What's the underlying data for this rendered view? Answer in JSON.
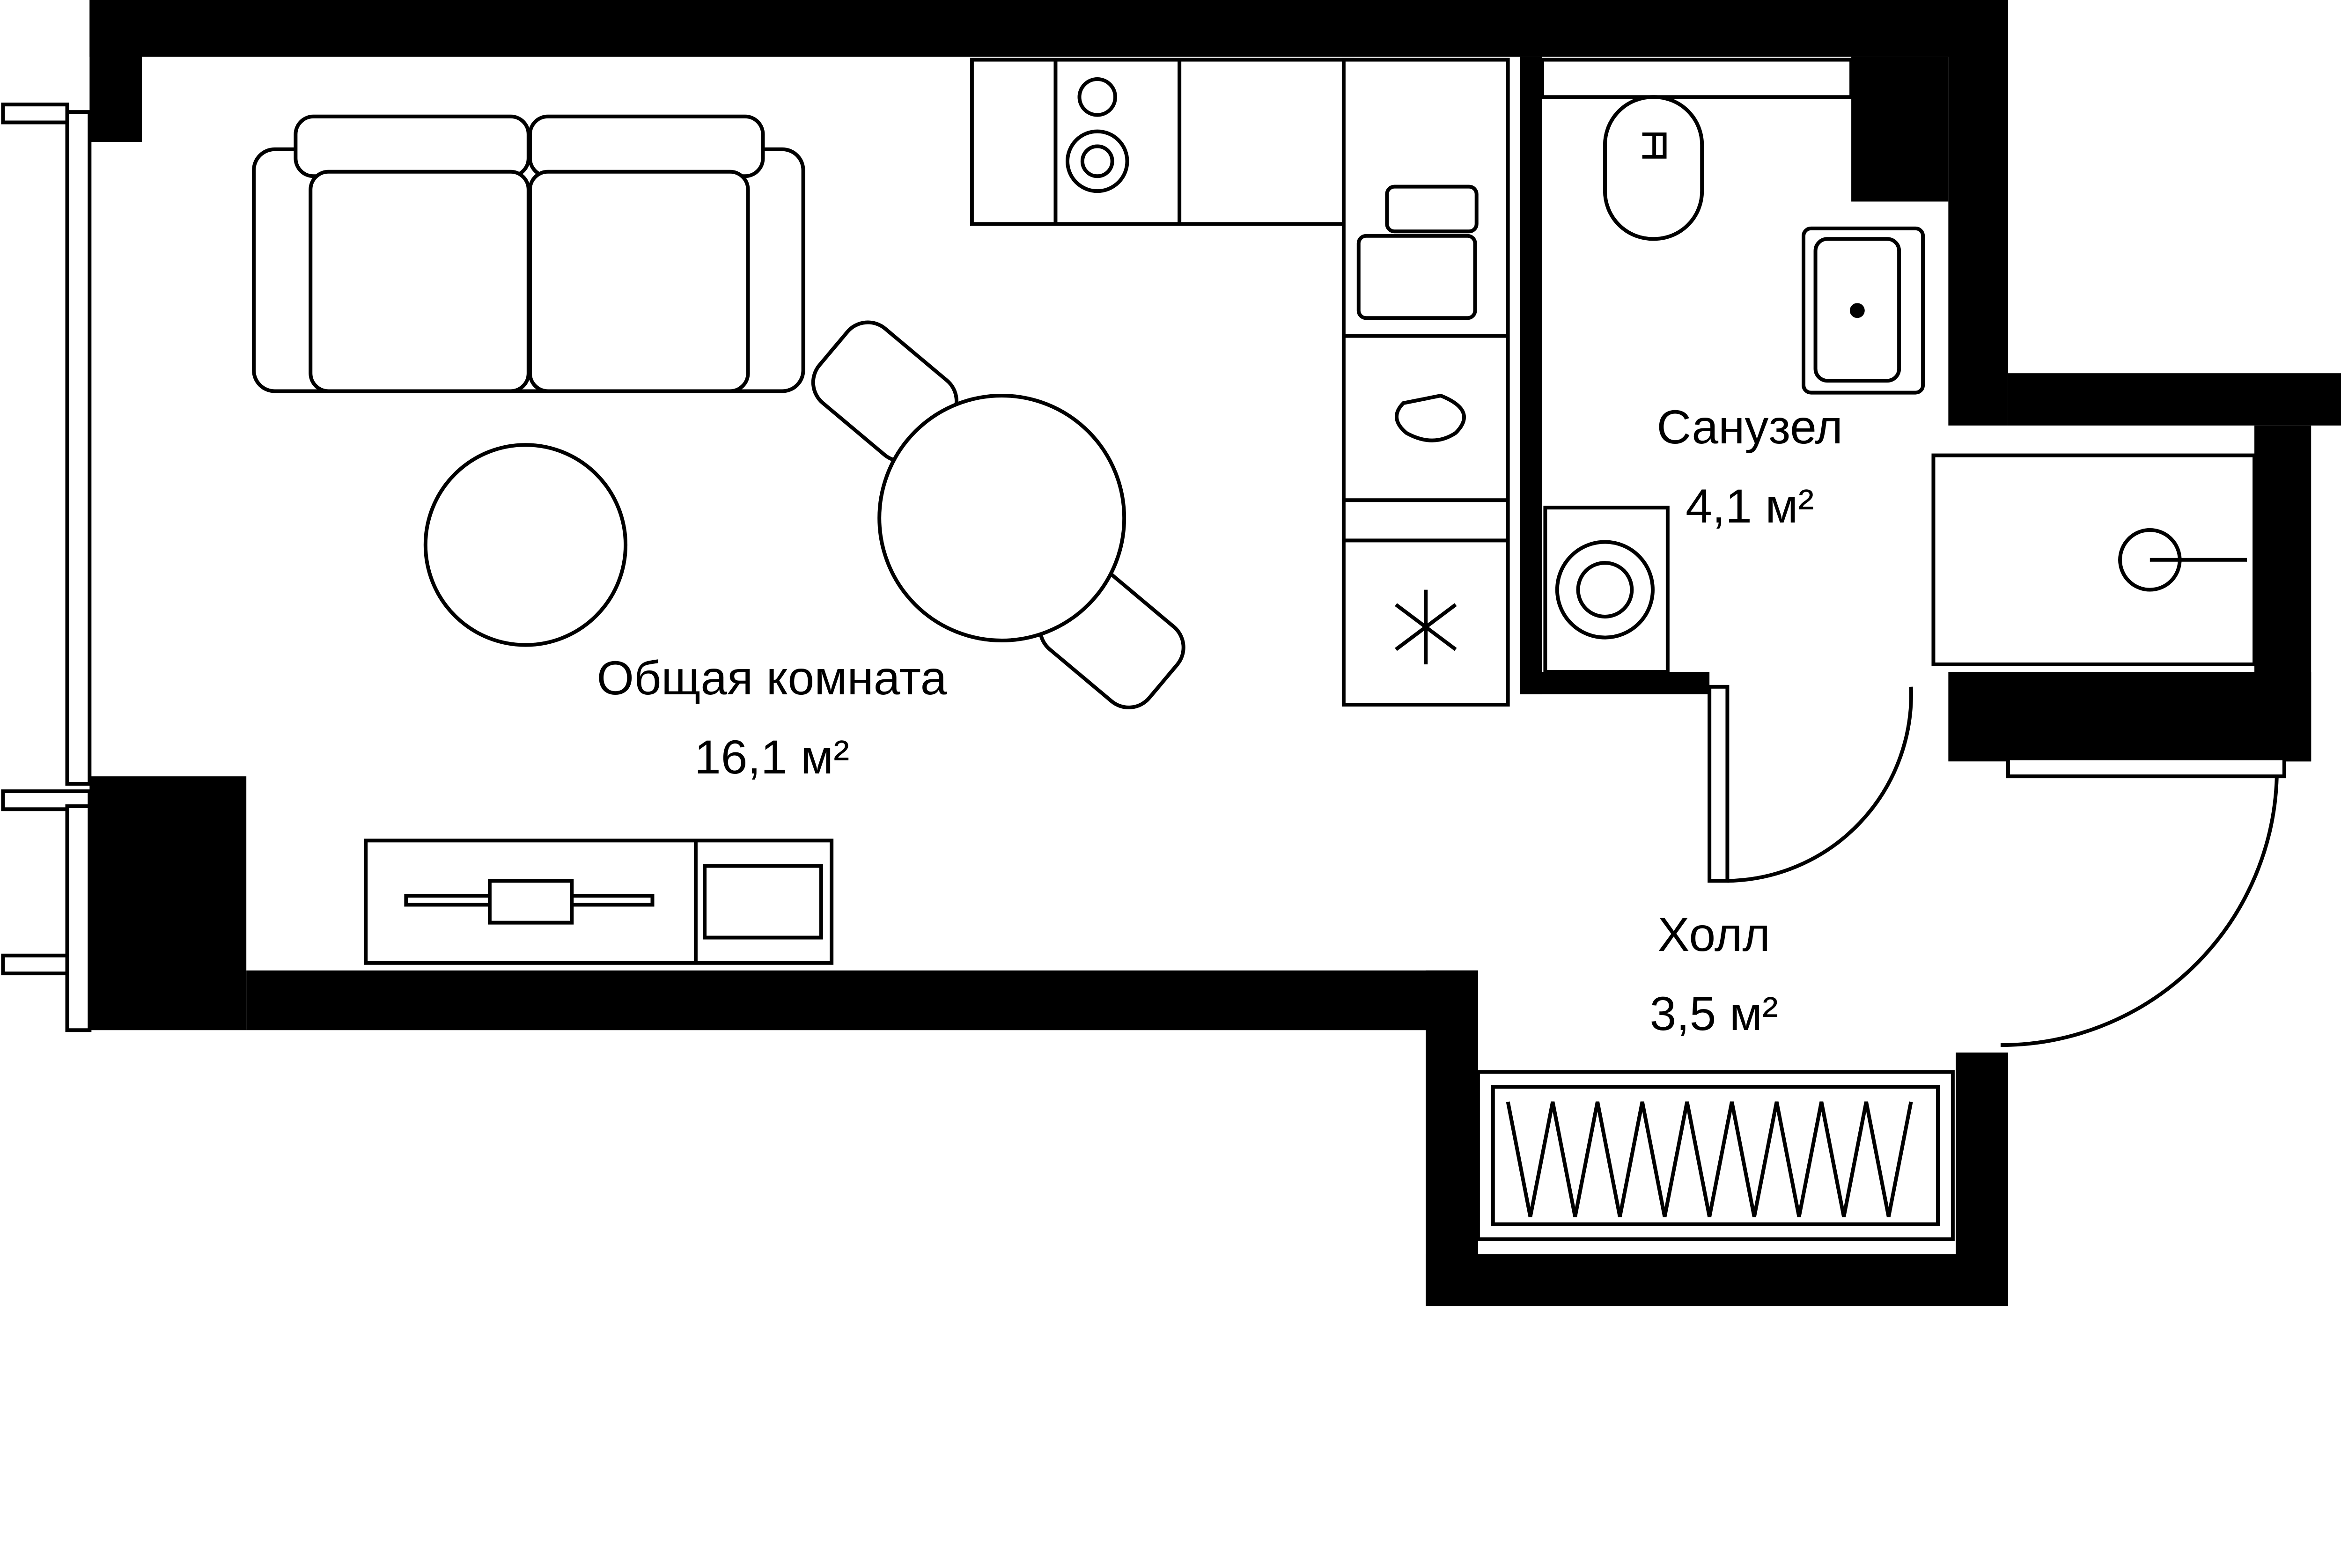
{
  "plan": {
    "rooms": [
      {
        "name": "Общая комната",
        "area": "16,1 м²"
      },
      {
        "name": "Санузел",
        "area": "4,1 м²"
      },
      {
        "name": "Холл",
        "area": "3,5 м²"
      }
    ],
    "colors": {
      "wall": "#000000",
      "background": "#ffffff"
    }
  }
}
